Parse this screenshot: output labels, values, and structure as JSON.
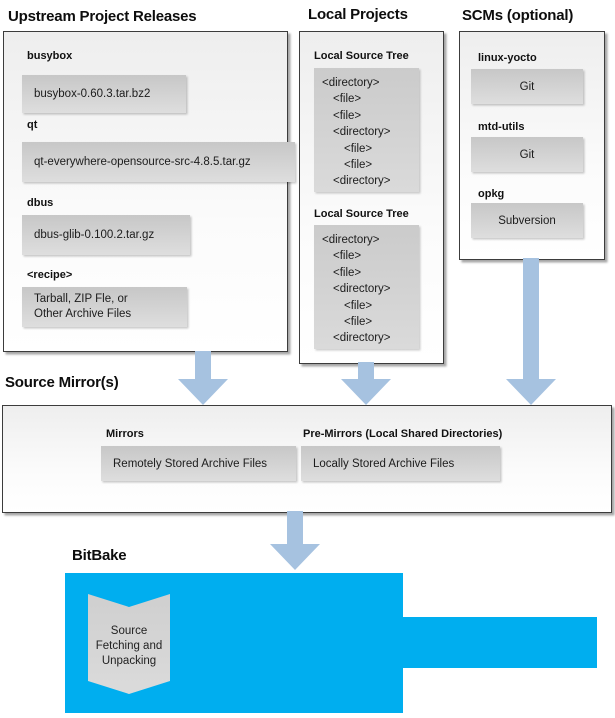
{
  "colors": {
    "bitbake_blue": "#00aeef",
    "arrow_blue": "#a6c2e0",
    "item_gray": "#d2d2d2"
  },
  "upstream": {
    "title": "Upstream Project Releases",
    "items": [
      {
        "label": "busybox",
        "value": "busybox-0.60.3.tar.bz2"
      },
      {
        "label": "qt",
        "value": "qt-everywhere-opensource-src-4.8.5.tar.gz"
      },
      {
        "label": "dbus",
        "value": "dbus-glib-0.100.2.tar.gz"
      },
      {
        "label": "<recipe>",
        "value": "Tarball, ZIP Fle, or\nOther Archive Files"
      }
    ]
  },
  "local_projects": {
    "title": "Local Projects",
    "trees": [
      {
        "label": "Local Source Tree",
        "lines": [
          {
            "text": "<directory>"
          },
          {
            "text": "<file>"
          },
          {
            "text": "<file>"
          },
          {
            "text": "<directory>"
          },
          {
            "text": "<file>"
          },
          {
            "text": "<file>"
          },
          {
            "text": "<directory>"
          }
        ]
      },
      {
        "label": "Local Source Tree",
        "lines": [
          {
            "text": "<directory>"
          },
          {
            "text": "<file>"
          },
          {
            "text": "<file>"
          },
          {
            "text": "<directory>"
          },
          {
            "text": "<file>"
          },
          {
            "text": "<file>"
          },
          {
            "text": "<directory>"
          }
        ]
      }
    ]
  },
  "scms": {
    "title": "SCMs (optional)",
    "items": [
      {
        "label": "linux-yocto",
        "value": "Git"
      },
      {
        "label": "mtd-utils",
        "value": "Git"
      },
      {
        "label": "opkg",
        "value": "Subversion"
      }
    ]
  },
  "source_mirrors": {
    "title": "Source Mirror(s)",
    "mirrors_label": "Mirrors",
    "mirrors_value": "Remotely Stored Archive Files",
    "premirrors_label": "Pre-Mirrors (Local Shared Directories)",
    "premirrors_value": "Locally Stored Archive Files"
  },
  "bitbake": {
    "title": "BitBake",
    "step": "Source\nFetching and\nUnpacking"
  }
}
